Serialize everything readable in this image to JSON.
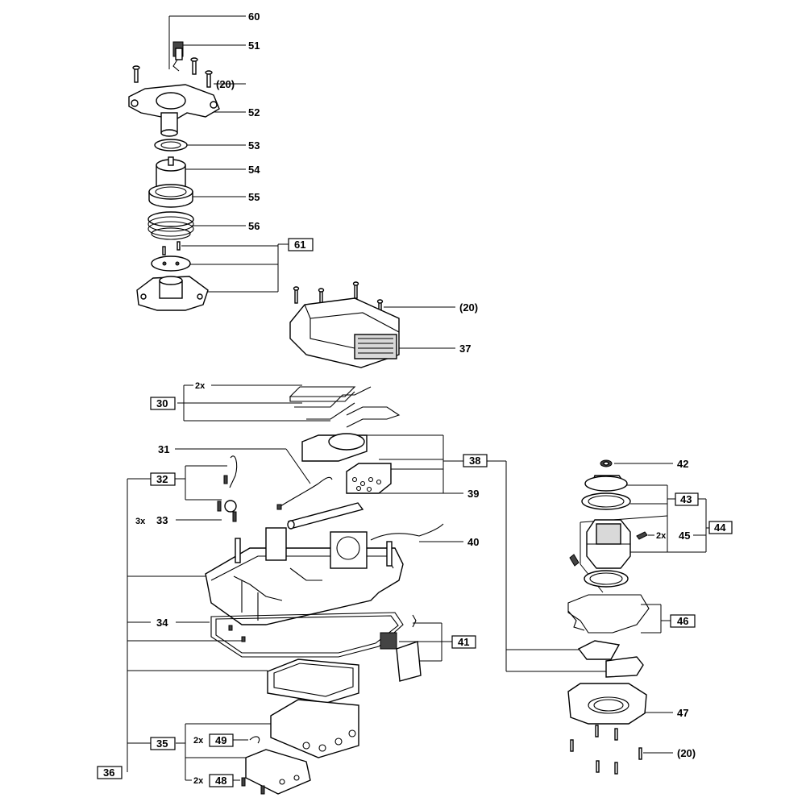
{
  "labels": {
    "l60": "60",
    "l51": "51",
    "l20a": "(20)",
    "l52": "52",
    "l53": "53",
    "l54": "54",
    "l55": "55",
    "l56": "56",
    "l61": "61",
    "l20b": "(20)",
    "l37": "37",
    "l2x_30": "2x",
    "l30": "30",
    "l31": "31",
    "l38": "38",
    "l39": "39",
    "l32": "32",
    "l3x": "3x",
    "l33": "33",
    "l40": "40",
    "l34": "34",
    "l41": "41",
    "l35": "35",
    "l2x_49": "2x",
    "l49": "49",
    "l2x_48": "2x",
    "l48": "48",
    "l36": "36",
    "l42": "42",
    "l43": "43",
    "l2x_45": "2x",
    "l45": "45",
    "l44": "44",
    "l46": "46",
    "l47": "47",
    "l20c": "(20)"
  }
}
